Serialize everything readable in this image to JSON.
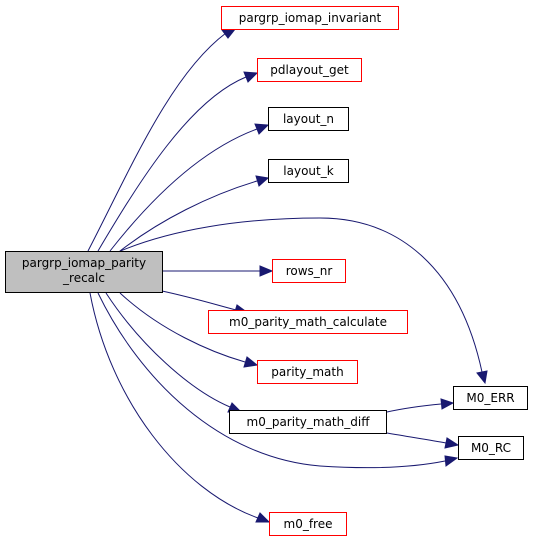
{
  "colors": {
    "edge": "#191970",
    "root_fill": "#bfbfbf",
    "linked_border": "#ff0000",
    "plain_border": "#000000",
    "node_fill": "#ffffff"
  },
  "root": {
    "label_line1": "pargrp_iomap_parity",
    "label_line2": "_recalc"
  },
  "nodes": {
    "pargrp_iomap_invariant": {
      "label": "pargrp_iomap_invariant",
      "style": "red"
    },
    "pdlayout_get": {
      "label": "pdlayout_get",
      "style": "red"
    },
    "layout_n": {
      "label": "layout_n",
      "style": "black"
    },
    "layout_k": {
      "label": "layout_k",
      "style": "black"
    },
    "rows_nr": {
      "label": "rows_nr",
      "style": "red"
    },
    "m0_parity_math_calculate": {
      "label": "m0_parity_math_calculate",
      "style": "red"
    },
    "parity_math": {
      "label": "parity_math",
      "style": "red"
    },
    "m0_parity_math_diff": {
      "label": "m0_parity_math_diff",
      "style": "black"
    },
    "m0_free": {
      "label": "m0_free",
      "style": "red"
    },
    "M0_ERR": {
      "label": "M0_ERR",
      "style": "black"
    },
    "M0_RC": {
      "label": "M0_RC",
      "style": "black"
    }
  },
  "edges": [
    {
      "from": "root",
      "to": "pargrp_iomap_invariant"
    },
    {
      "from": "root",
      "to": "pdlayout_get"
    },
    {
      "from": "root",
      "to": "layout_n"
    },
    {
      "from": "root",
      "to": "layout_k"
    },
    {
      "from": "root",
      "to": "M0_ERR"
    },
    {
      "from": "root",
      "to": "rows_nr"
    },
    {
      "from": "root",
      "to": "m0_parity_math_calculate"
    },
    {
      "from": "root",
      "to": "parity_math"
    },
    {
      "from": "root",
      "to": "m0_parity_math_diff"
    },
    {
      "from": "root",
      "to": "M0_RC"
    },
    {
      "from": "root",
      "to": "m0_free"
    },
    {
      "from": "m0_parity_math_diff",
      "to": "M0_ERR"
    },
    {
      "from": "m0_parity_math_diff",
      "to": "M0_RC"
    }
  ]
}
